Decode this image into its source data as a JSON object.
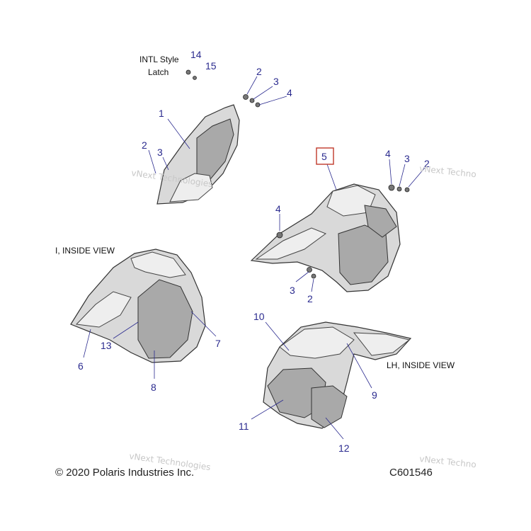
{
  "labels": {
    "intl_style": "INTL Style",
    "latch": "Latch",
    "rh_inside_view": "I, INSIDE VIEW",
    "lh_inside_view": "LH, INSIDE VIEW"
  },
  "callouts": {
    "c14": "14",
    "c15": "15",
    "c2_top": "2",
    "c3_top": "3",
    "c4_top": "4",
    "c1": "1",
    "c2_left": "2",
    "c3_left": "3",
    "c5": "5",
    "c4_right": "4",
    "c3_right": "3",
    "c2_right": "2",
    "c4_mid": "4",
    "c3_mid": "3",
    "c2_mid": "2",
    "c6": "6",
    "c13": "13",
    "c7": "7",
    "c8": "8",
    "c10": "10",
    "c9": "9",
    "c11": "11",
    "c12": "12"
  },
  "watermarks": {
    "wm1_a": "vNext Technologies",
    "wm2_a": "vNext Techno",
    "wm3_a": "vNext Technologies",
    "wm4_a": "vNext Techno"
  },
  "footer": {
    "copyright": "© 2020 Polaris Industries Inc.",
    "code": "C601546"
  },
  "colors": {
    "callout": "#2b2b8f",
    "highlight_box": "#c0392b"
  }
}
